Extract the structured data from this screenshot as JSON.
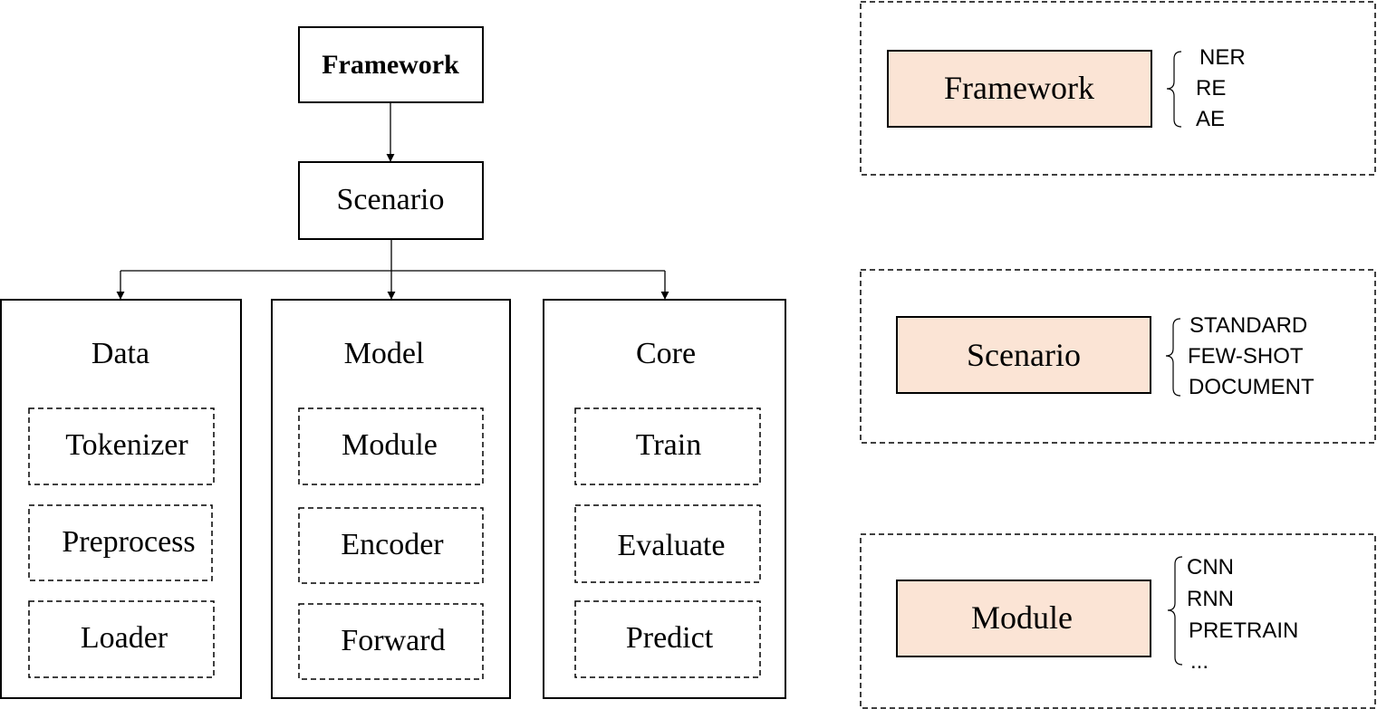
{
  "hierarchy": {
    "root": {
      "label": "Framework"
    },
    "scenario": {
      "label": "Scenario"
    },
    "columns": [
      {
        "title": "Data",
        "items": [
          "Tokenizer",
          "Preprocess",
          "Loader"
        ]
      },
      {
        "title": "Model",
        "items": [
          "Module",
          "Encoder",
          "Forward"
        ]
      },
      {
        "title": "Core",
        "items": [
          "Train",
          "Evaluate",
          "Predict"
        ]
      }
    ]
  },
  "legend": {
    "fill_color": "#fbe4d5",
    "panels": [
      {
        "label": "Framework",
        "options": [
          "NER",
          "RE",
          "AE"
        ]
      },
      {
        "label": "Scenario",
        "options": [
          "STANDARD",
          "FEW-SHOT",
          "DOCUMENT"
        ]
      },
      {
        "label": "Module",
        "options": [
          "CNN",
          "RNN",
          "PRETRAIN",
          "..."
        ]
      }
    ]
  }
}
